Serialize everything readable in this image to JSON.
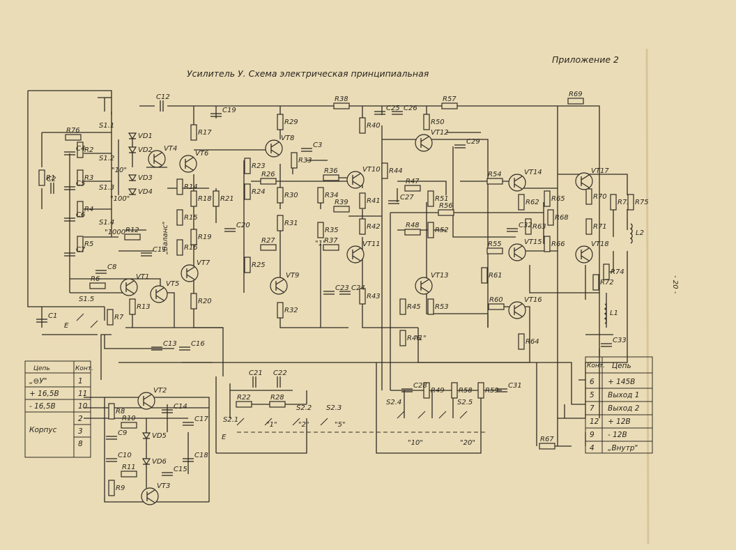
{
  "header": {
    "appendix": "Приложение 2",
    "title": "Усилитель У. Схема электрическая принципиальная",
    "page_number": "- 20 -"
  },
  "colors": {
    "paper": "#eadcb6",
    "ink": "#2f2b26"
  },
  "labels": {
    "bal": "„Баланс\"",
    "sw10": "\"10\"",
    "sw100": "\"100\"",
    "sw1000": "\"1000\"",
    "r35q": "\"1\"",
    "r46q": "\"1\"",
    "s21": "\"1\"",
    "s22": "\"2\"",
    "s23": "\"5\"",
    "s24": "\"10\"",
    "s25": "\"20\"",
    "inE": "E"
  },
  "components": {
    "R": [
      "R1",
      "R2",
      "R3",
      "R4",
      "R5",
      "R6",
      "R7",
      "R8",
      "R9",
      "R10",
      "R11",
      "R12",
      "R13",
      "R14",
      "R15",
      "R16",
      "R17",
      "R18",
      "R19",
      "R20",
      "R21",
      "R22",
      "R23",
      "R24",
      "R25",
      "R26",
      "R27",
      "R28",
      "R29",
      "R30",
      "R31",
      "R32",
      "R33",
      "R34",
      "R35",
      "R36",
      "R37",
      "R38",
      "R39",
      "R40",
      "R41",
      "R42",
      "R43",
      "R44",
      "R45",
      "R46",
      "R47",
      "R48",
      "R49",
      "R50",
      "R51",
      "R52",
      "R53",
      "R54",
      "R55",
      "R56",
      "R57",
      "R58",
      "R59",
      "R60",
      "R61",
      "R62",
      "R63",
      "R64",
      "R65",
      "R66",
      "R67",
      "R68",
      "R69",
      "R70",
      "R71",
      "R72",
      "R73",
      "R74",
      "R75",
      "R76"
    ],
    "C": [
      "C1",
      "C2",
      "C3",
      "C4",
      "C5",
      "C6",
      "C7",
      "C8",
      "C9",
      "C10",
      "C11",
      "C12",
      "C13",
      "C14",
      "C15",
      "C16",
      "C17",
      "C18",
      "C19",
      "C20",
      "C21",
      "C22",
      "C23",
      "C24",
      "C25",
      "C26",
      "C27",
      "C28",
      "C29",
      "C31",
      "C32",
      "C33"
    ],
    "VT": [
      "VT1",
      "VT2",
      "VT3",
      "VT4",
      "VT5",
      "VT6",
      "VT7",
      "VT8",
      "VT9",
      "VT10",
      "VT11",
      "VT12",
      "VT13",
      "VT14",
      "VT15",
      "VT16",
      "VT17",
      "VT18"
    ],
    "VD": [
      "VD1",
      "VD2",
      "VD3",
      "VD4",
      "VD5",
      "VD6"
    ],
    "L": [
      "L1",
      "L2"
    ],
    "S": [
      "S1.1",
      "S1.2",
      "S1.3",
      "S1.4",
      "S1.5",
      "S2.1",
      "S2.2",
      "S2.3",
      "S2.4",
      "S2.5"
    ]
  },
  "left_table": {
    "headers": [
      "Цепь",
      "Конт."
    ],
    "rows": [
      [
        "„⊖У\"",
        "1"
      ],
      [
        "+ 16,5В",
        "11"
      ],
      [
        "- 16,5В",
        "10"
      ],
      [
        "Корпус",
        "2"
      ],
      [
        "",
        "3"
      ],
      [
        "",
        "8"
      ]
    ]
  },
  "right_table": {
    "headers": [
      "Конт.",
      "Цепь"
    ],
    "rows": [
      [
        "6",
        "+ 145В"
      ],
      [
        "5",
        "Выход 1"
      ],
      [
        "7",
        "Выход 2"
      ],
      [
        "12",
        "+ 12В"
      ],
      [
        "9",
        "- 12В"
      ],
      [
        "4",
        "„Внутр\""
      ]
    ]
  }
}
